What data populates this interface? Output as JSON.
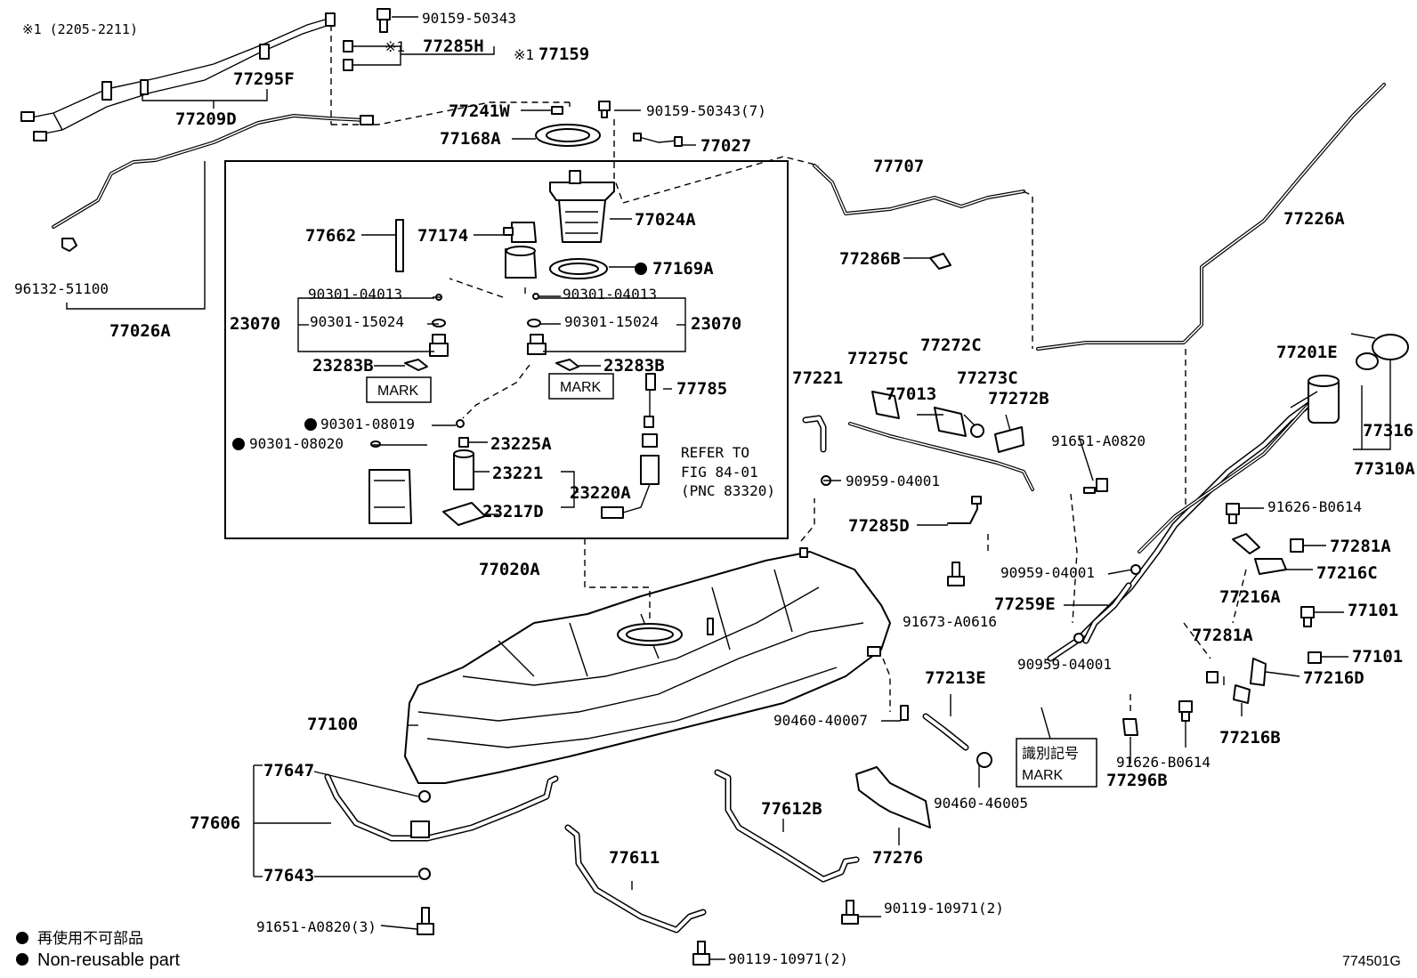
{
  "diagram_id": "774501G",
  "note": "※1 (2205-2211)",
  "legend": {
    "jp": "再使用不可部品",
    "en": "Non-reusable part"
  },
  "mark_tags": {
    "left": "MARK",
    "right": "MARK",
    "id_jp": "識別記号",
    "id_en": "MARK"
  },
  "refer": {
    "line1": "REFER TO",
    "line2": "FIG 84-01",
    "line3": "(PNC 83320)"
  },
  "labels": {
    "p90159_50343": "90159-50343",
    "star1_a": "※1",
    "p77285H": "77285H",
    "star1_b": "※1",
    "p77159": "77159",
    "p77295F": "77295F",
    "p77209D": "77209D",
    "p77241W": "77241W",
    "p90159_50343_7": "90159-50343(7)",
    "p77168A": "77168A",
    "p77027": "77027",
    "p77707": "77707",
    "p77024A": "77024A",
    "p77226A": "77226A",
    "p77662": "77662",
    "p77174": "77174",
    "p77286B": "77286B",
    "p77169A": "77169A",
    "p96132_51100": "96132-51100",
    "p90301_04013_l": "90301-04013",
    "p90301_04013_r": "90301-04013",
    "p23070_l": "23070",
    "p90301_15024_l": "90301-15024",
    "p90301_15024_r": "90301-15024",
    "p23070_r": "23070",
    "p77026A": "77026A",
    "p23283B_l": "23283B",
    "p23283B_r": "23283B",
    "p77201E": "77201E",
    "p77275C": "77275C",
    "p77272C": "77272C",
    "p77221": "77221",
    "p77785": "77785",
    "p77013": "77013",
    "p77273C": "77273C",
    "p77272B": "77272B",
    "p90301_08019": "90301-08019",
    "p23225A": "23225A",
    "p90301_08020": "90301-08020",
    "p91651_A0820": "91651-A0820",
    "p77316": "77316",
    "p77310A": "77310A",
    "p23221": "23221",
    "p23220A": "23220A",
    "p23217D": "23217D",
    "p90959_04001_a": "90959-04001",
    "p91626_B0614_a": "91626-B0614",
    "p77285D": "77285D",
    "p77281A_a": "77281A",
    "p77020A": "77020A",
    "p77216C": "77216C",
    "p90959_04001_b": "90959-04001",
    "p77216A": "77216A",
    "p77259E": "77259E",
    "p77101_a": "77101",
    "p91673_A0616": "91673-A0616",
    "p77281A_b": "77281A",
    "p77101_b": "77101",
    "p90959_04001_c": "90959-04001",
    "p77216D": "77216D",
    "p77213E": "77213E",
    "p77100": "77100",
    "p90460_40007": "90460-40007",
    "p77216B": "77216B",
    "p91626_B0614_b": "91626-B0614",
    "p77647": "77647",
    "p77606": "77606",
    "p77612B": "77612B",
    "p90460_46005": "90460-46005",
    "p77296B": "77296B",
    "p77611": "77611",
    "p77276": "77276",
    "p77643": "77643",
    "p90119_10971_2a": "90119-10971(2)",
    "p91651_A0820_3": "91651-A0820(3)",
    "p90119_10971_2b": "90119-10971(2)"
  }
}
